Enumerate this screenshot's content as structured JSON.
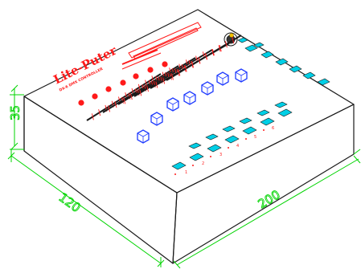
{
  "product": {
    "brand": "Lite-Puter",
    "subtitle": "DX-6 DMX CONTROLLER"
  },
  "dimensions": {
    "height": "35",
    "depth": "120",
    "width": "200"
  },
  "channel_labels": [
    "1",
    "2",
    "3",
    "4",
    "5",
    "6"
  ],
  "colors": {
    "outline": "#1a1a1a",
    "dimension_lines": "#00d400",
    "brand_text": "#ff1a1a",
    "indicator_leds": "#ff1a1a",
    "fader_knobs": "#1f3bff",
    "buttons": "#00cfe6"
  }
}
